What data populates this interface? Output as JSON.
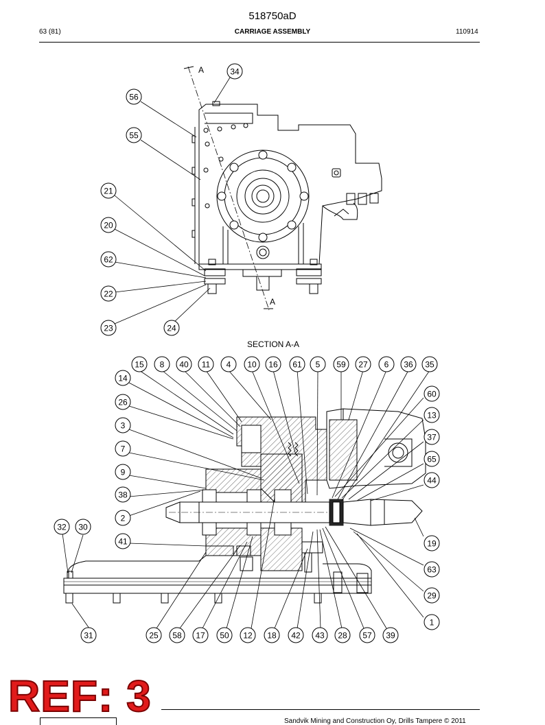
{
  "header": {
    "doc_number": "518750aD",
    "page": "63 (81)",
    "title": "CARRIAGE ASSEMBLY",
    "date": "110914"
  },
  "drawing": {
    "section_marker": "A",
    "section_title": "SECTION A-A",
    "top_view_callouts": [
      "34",
      "56",
      "55",
      "21",
      "20",
      "62",
      "22",
      "23",
      "24"
    ],
    "section_callouts_top_row": [
      "15",
      "8",
      "40",
      "11",
      "4",
      "10",
      "16",
      "61",
      "5",
      "59",
      "27",
      "6",
      "36",
      "35"
    ],
    "section_callouts_left": [
      "14",
      "26",
      "3",
      "7",
      "9",
      "38",
      "2",
      "32",
      "30",
      "41"
    ],
    "section_callouts_right": [
      "60",
      "13",
      "37",
      "65",
      "44",
      "19",
      "63",
      "29",
      "1"
    ],
    "section_callouts_bottom_row": [
      "31",
      "25",
      "58",
      "17",
      "50",
      "12",
      "18",
      "42",
      "43",
      "28",
      "57",
      "39"
    ]
  },
  "stamp": {
    "text": "REF: 3"
  },
  "footer": {
    "copyright": "Sandvik Mining and Construction Oy, Drills Tampere © 2011"
  }
}
